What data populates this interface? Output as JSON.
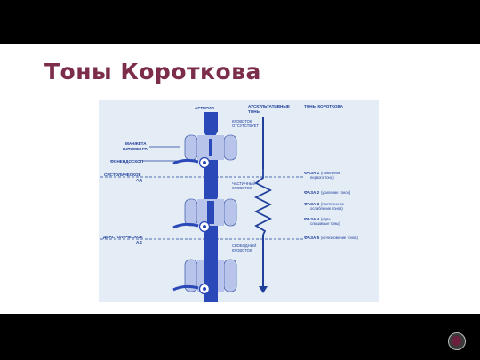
{
  "slide": {
    "title": "Тоны Короткова"
  },
  "figure": {
    "headers": {
      "artery": "АРТЕРИЯ",
      "auscultative_1": "АУСКУЛЬТАТИВНЫЕ",
      "auscultative_2": "ТОНЫ",
      "korotkov_tones": "ТОНЫ КОРОТКОВА"
    },
    "left_labels": {
      "cuff_1": "МАНЖЕТА",
      "cuff_2": "ТОНОМЕТРА",
      "phonendoscope": "ФОНЕНДОСКОП",
      "systolic_1": "СИСТОЛИЧЕСКОЕ",
      "systolic_2": "АД",
      "diastolic_1": "ДИАСТОЛИЧЕСКОЕ",
      "diastolic_2": "АД"
    },
    "flow_labels": {
      "absent_1": "КРОВОТОК",
      "absent_2": "ОТСУТСТВУЕТ",
      "partial_1": "ЧАСТИЧНЫЙ",
      "partial_2": "КРОВОТОК",
      "free_1": "СВОБОДНЫЙ",
      "free_2": "КРОВОТОК"
    },
    "phases": {
      "p1": "ФАЗА 1",
      "p1_desc_1": "(появление",
      "p1_desc_2": "первого тона)",
      "p2": "ФАЗА 2",
      "p2_desc": "(усиление тонов)",
      "p3": "ФАЗА 3",
      "p3_desc_1": "(постепенное",
      "p3_desc_2": "ослабление тонов)",
      "p4": "ФАЗА 4",
      "p4_desc_1": "(едва",
      "p4_desc_2": "слышимые тоны)",
      "p5": "ФАЗА 5",
      "p5_desc": "(исчезновение тонов)"
    },
    "colors": {
      "ink": "#1f3f9b",
      "artery": "#2a48b8",
      "cuff": "#b9c4ea",
      "slide_bg": "#ffffff",
      "title": "#7b2d4b"
    }
  },
  "nav": {
    "icon": "nav-circle-icon"
  }
}
